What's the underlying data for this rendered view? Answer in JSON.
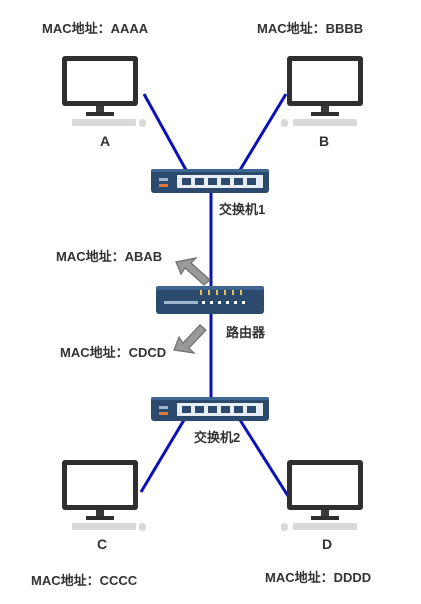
{
  "colors": {
    "link": "#0b10b8",
    "device_dark": "#2b4a6e",
    "device_light": "#3e6690",
    "monitor_frame": "#2f2f2f",
    "keyboard": "#d9d9d9",
    "arrow_fill": "#999999",
    "arrow_stroke": "#6e6e6e",
    "text": "#333333"
  },
  "hosts": {
    "a": {
      "name": "A",
      "mac": "MAC地址：AAAA"
    },
    "b": {
      "name": "B",
      "mac": "MAC地址：BBBB"
    },
    "c": {
      "name": "C",
      "mac": "MAC地址：CCCC"
    },
    "d": {
      "name": "D",
      "mac": "MAC地址：DDDD"
    }
  },
  "switch1": {
    "label": "交换机1"
  },
  "switch2": {
    "label": "交换机2"
  },
  "router": {
    "label": "路由器",
    "mac_top": "MAC地址：ABAB",
    "mac_bottom": "MAC地址：CDCD"
  }
}
